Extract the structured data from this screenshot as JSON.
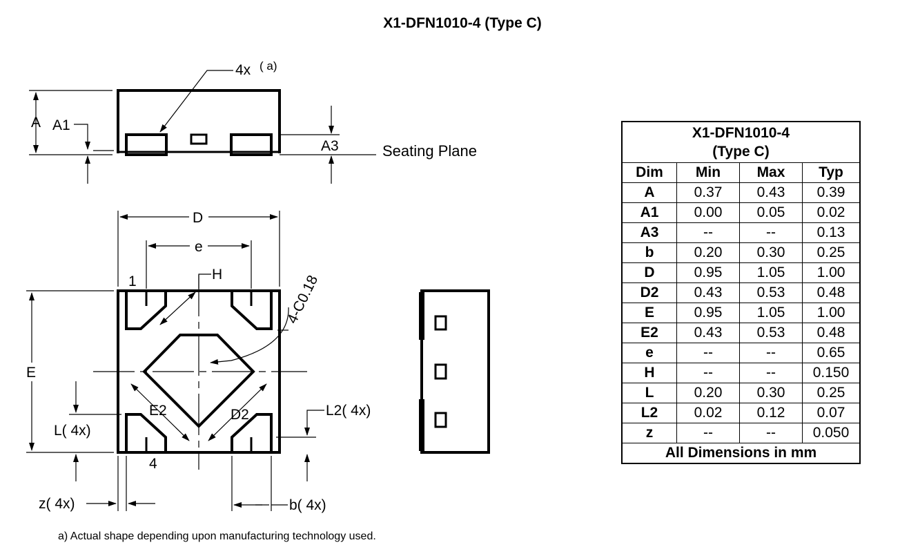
{
  "title": "X1-DFN1010-4 (Type C)",
  "labels": {
    "pad_count": "4x",
    "pad_note": "( a)",
    "A": "A",
    "A1": "A1",
    "A3": "A3",
    "seating_plane": "Seating Plane",
    "D": "D",
    "e": "e",
    "H": "H",
    "chamfer": "4-C0.18",
    "pin1": "1",
    "E": "E",
    "E2": "E2",
    "D2": "D2",
    "L": "L(  4x)",
    "L2": "L2(  4x)",
    "pin4": "4",
    "z": "z(  4x)",
    "b": "b(  4x)"
  },
  "table": {
    "title_line1": "X1-DFN1010-4",
    "title_line2": "(Type C)",
    "columns": [
      "Dim",
      "Min",
      "Max",
      "Typ"
    ],
    "rows": [
      {
        "dim": "A",
        "min": "0.37",
        "max": "0.43",
        "typ": "0.39"
      },
      {
        "dim": "A1",
        "min": "0.00",
        "max": "0.05",
        "typ": "0.02"
      },
      {
        "dim": "A3",
        "min": "--",
        "max": "--",
        "typ": "0.13"
      },
      {
        "dim": "b",
        "min": "0.20",
        "max": "0.30",
        "typ": "0.25"
      },
      {
        "dim": "D",
        "min": "0.95",
        "max": "1.05",
        "typ": "1.00"
      },
      {
        "dim": "D2",
        "min": "0.43",
        "max": "0.53",
        "typ": "0.48"
      },
      {
        "dim": "E",
        "min": "0.95",
        "max": "1.05",
        "typ": "1.00"
      },
      {
        "dim": "E2",
        "min": "0.43",
        "max": "0.53",
        "typ": "0.48"
      },
      {
        "dim": "e",
        "min": "--",
        "max": "--",
        "typ": "0.65"
      },
      {
        "dim": "H",
        "min": "--",
        "max": "--",
        "typ": "0.150"
      },
      {
        "dim": "L",
        "min": "0.20",
        "max": "0.30",
        "typ": "0.25"
      },
      {
        "dim": "L2",
        "min": "0.02",
        "max": "0.12",
        "typ": "0.07"
      },
      {
        "dim": "z",
        "min": "--",
        "max": "--",
        "typ": "0.050"
      }
    ],
    "footer": "All Dimensions in mm"
  },
  "note": "a)  Actual shape depending upon manufacturing technology used."
}
